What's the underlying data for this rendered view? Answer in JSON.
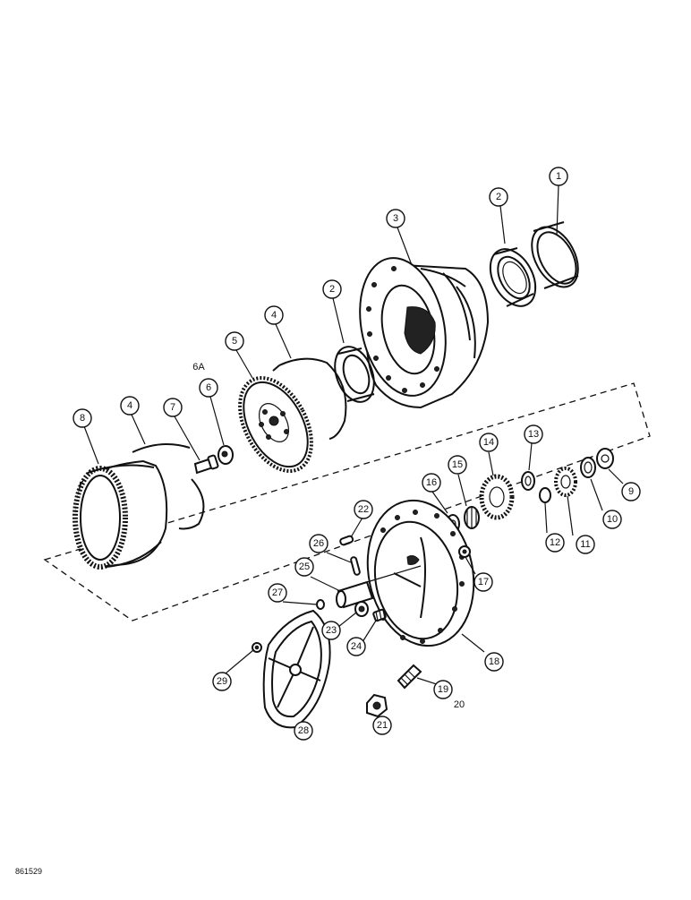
{
  "diagram": {
    "reference_code": "861529",
    "callouts": [
      {
        "id": "c1",
        "label": "1"
      },
      {
        "id": "c2a",
        "label": "2"
      },
      {
        "id": "c3",
        "label": "3"
      },
      {
        "id": "c2b",
        "label": "2"
      },
      {
        "id": "c4a",
        "label": "4"
      },
      {
        "id": "c5",
        "label": "5"
      },
      {
        "id": "c6a",
        "label": "6A"
      },
      {
        "id": "c6",
        "label": "6"
      },
      {
        "id": "c7",
        "label": "7"
      },
      {
        "id": "c4b",
        "label": "4"
      },
      {
        "id": "c8",
        "label": "8"
      },
      {
        "id": "c13",
        "label": "13"
      },
      {
        "id": "c14",
        "label": "14"
      },
      {
        "id": "c15",
        "label": "15"
      },
      {
        "id": "c16",
        "label": "16"
      },
      {
        "id": "c9",
        "label": "9"
      },
      {
        "id": "c10",
        "label": "10"
      },
      {
        "id": "c11",
        "label": "11"
      },
      {
        "id": "c12",
        "label": "12"
      },
      {
        "id": "c22",
        "label": "22"
      },
      {
        "id": "c26",
        "label": "26"
      },
      {
        "id": "c25",
        "label": "25"
      },
      {
        "id": "c27",
        "label": "27"
      },
      {
        "id": "c17",
        "label": "17"
      },
      {
        "id": "c23",
        "label": "23"
      },
      {
        "id": "c24",
        "label": "24"
      },
      {
        "id": "c18",
        "label": "18"
      },
      {
        "id": "c29",
        "label": "29"
      },
      {
        "id": "c19",
        "label": "19"
      },
      {
        "id": "c20",
        "label": "20"
      },
      {
        "id": "c21",
        "label": "21"
      },
      {
        "id": "c28",
        "label": "28"
      }
    ]
  }
}
